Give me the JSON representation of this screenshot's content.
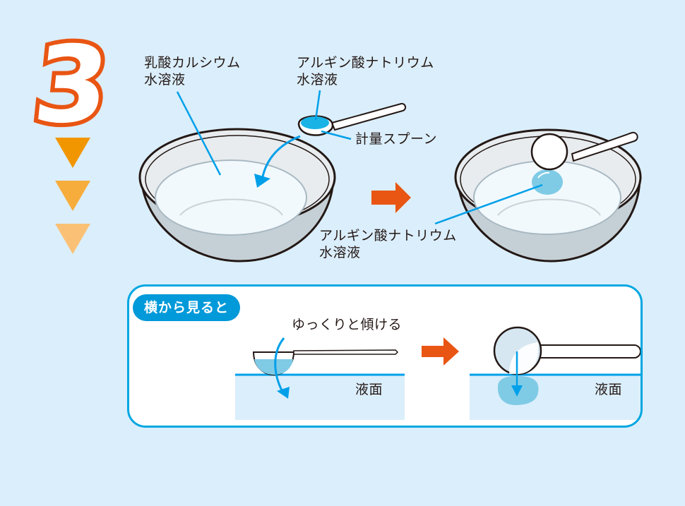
{
  "step": {
    "number": "3",
    "color": "#e95513",
    "arrow_colors": [
      "#f29600",
      "#f6ad3c",
      "#fac176"
    ]
  },
  "top_scene": {
    "bowl1_label": {
      "line1": "乳酸カルシウム",
      "line2": "水溶液"
    },
    "spoon_liquid_label": {
      "line1": "アルギン酸ナトリウム",
      "line2": "水溶液"
    },
    "spoon_label": "計量スプーン",
    "bowl2_label": {
      "line1": "アルギン酸ナトリウム",
      "line2": "水溶液"
    }
  },
  "side_view": {
    "badge": "横から見ると",
    "instruction": "ゆっくりと傾ける",
    "surface_label_left": "液面",
    "surface_label_right": "液面"
  },
  "colors": {
    "background": "#dbeefb",
    "accent_blue": "#00a0e9",
    "arrow_orange": "#e95513",
    "liquid": "#7fcbe6",
    "panel_border": "#00a7e1"
  }
}
